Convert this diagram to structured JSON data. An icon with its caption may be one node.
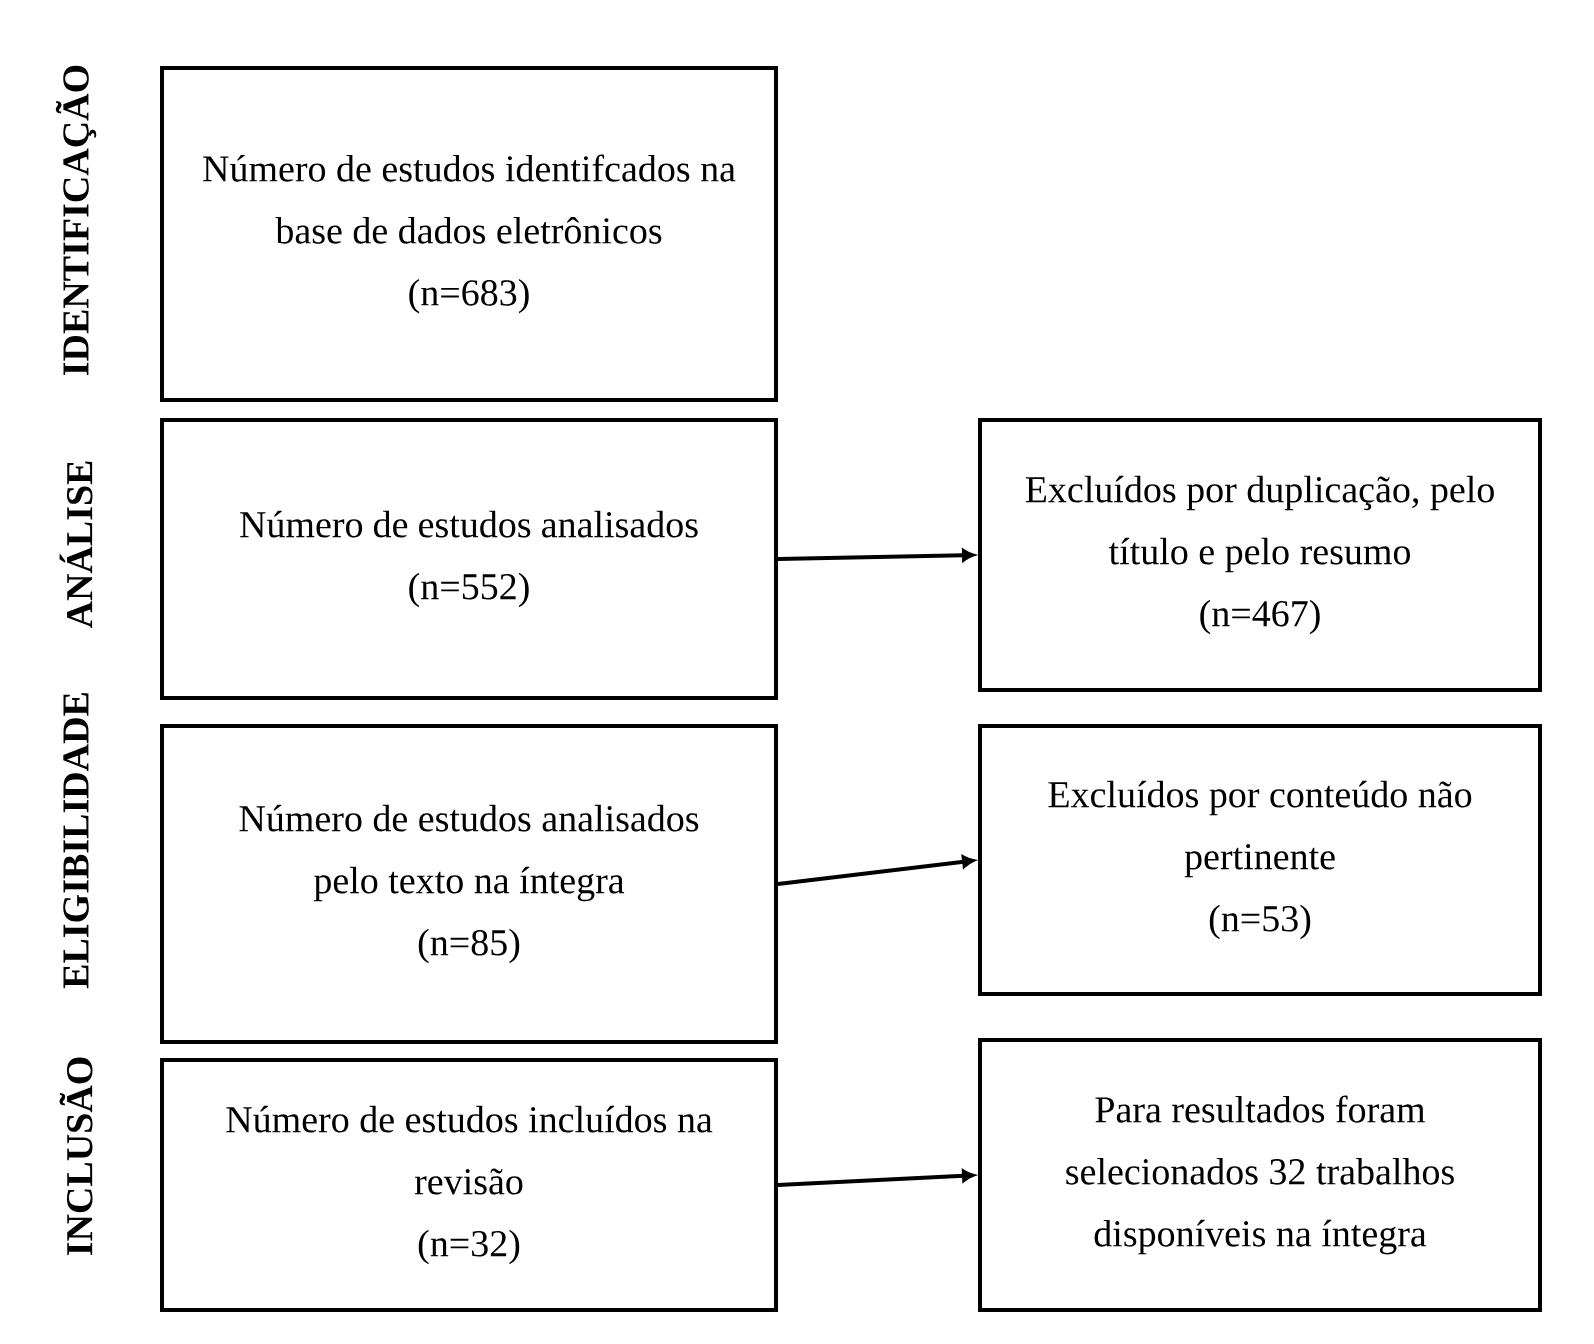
{
  "diagram": {
    "nodes": [
      {
        "text": [
          "Número de estudos identifcados na base de dados eletrônicos",
          "(n=683)"
        ]
      },
      {
        "text": [
          "Número de estudos analisados",
          "(n=552)"
        ]
      },
      {
        "text": [
          "Número de estudos analisados pelo texto na íntegra",
          "(n=85)"
        ]
      },
      {
        "text": [
          "Número de estudos incluídos na revisão",
          "(n=32)"
        ]
      },
      {
        "text": [
          "Excluídos por duplicação, pelo título e pelo resumo",
          "(n=467)"
        ]
      },
      {
        "text": [
          "Excluídos por conteúdo não pertinente",
          "(n=53)"
        ]
      },
      {
        "text": [
          "Para resultados foram selecionados 32 trabalhos disponíveis na íntegra"
        ]
      }
    ],
    "edges": [
      {
        "from": 1,
        "to": 4,
        "arrow": "to"
      },
      {
        "from": 2,
        "to": 5,
        "arrow": "to"
      },
      {
        "from": 3,
        "to": 6,
        "arrow": "to"
      }
    ],
    "labels": [
      "IDENTIFICAÇÃO",
      "ANÁLISE",
      "ELIGIBILIDADE",
      "INCLUSÃO"
    ]
  }
}
